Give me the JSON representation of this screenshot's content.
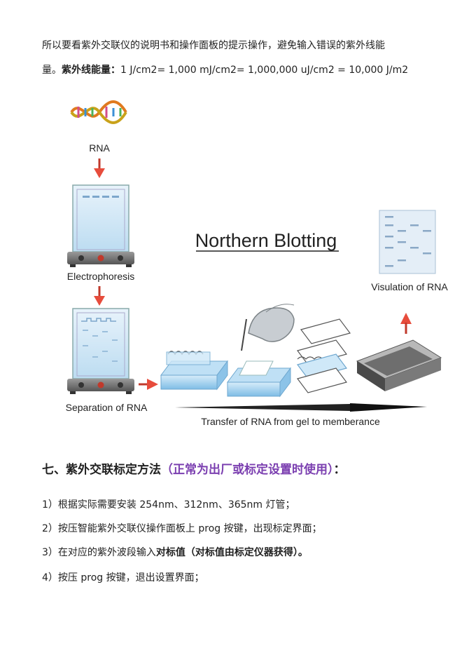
{
  "intro": {
    "line1": "所以要看紫外交联仪的说明书和操作面板的提示操作，避免输入错误的紫外线能",
    "line2_prefix": "量。",
    "line2_bold": "紫外线能量：",
    "line2_rest": "1 J/cm2= 1,000 mJ/cm2= 1,000,000 uJ/cm2 = 10,000 J/m2"
  },
  "figure": {
    "title": "Northern Blotting",
    "label_rna": "RNA",
    "label_electrophoresis": "Electrophoresis",
    "label_separation": "Separation of RNA",
    "label_transfer": "Transfer of  RNA  from gel to memberance",
    "label_visulation": "Visulation of RNA"
  },
  "section": {
    "heading_main": "七、紫外交联标定方法",
    "heading_note": "（正常为出厂或标定设置时使用）",
    "heading_colon": "：",
    "accent_color": "#7b3fb0"
  },
  "steps": {
    "s1": "1）根据实际需要安装 254nm、312nm、365nm 灯管；",
    "s2": "2）按压智能紫外交联仪操作面板上 prog 按键，出现标定界面；",
    "s3_prefix": "3）在对应的紫外波段输入",
    "s3_bold": "对标值（对标值由标定仪器获得）。",
    "s4": "4）按压 prog 按键，退出设置界面；"
  }
}
